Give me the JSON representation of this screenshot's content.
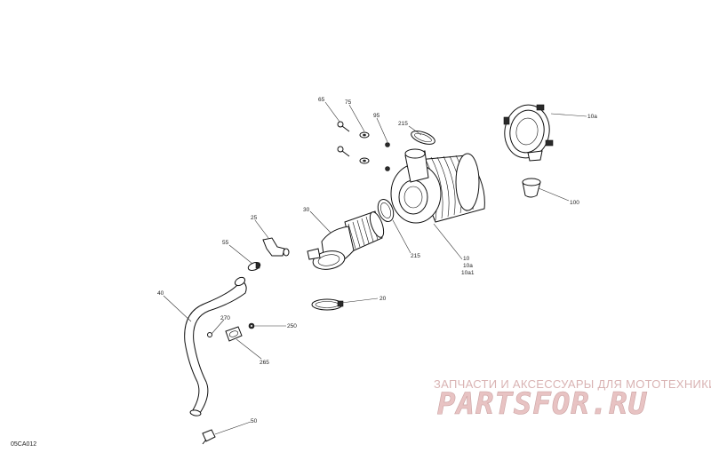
{
  "diagram_code": "05CA012",
  "watermark": {
    "subtitle": "ЗАПЧАСТИ И АКСЕССУАРЫ ДЛЯ МОТОТЕХНИКИ",
    "logo": "PARTSFOR.RU"
  },
  "callouts": {
    "c65": "65",
    "c75": "75",
    "c95": "95",
    "c215a": "215",
    "c10a_top": "10a",
    "c100": "100",
    "c30": "30",
    "c25": "25",
    "c55": "55",
    "c215b": "215",
    "c10": "10",
    "c10a": "10a",
    "c10a1": "10a1",
    "c20": "20",
    "c40": "40",
    "c270": "270",
    "c250": "250",
    "c265": "265",
    "c50": "50"
  },
  "colors": {
    "line": "#111111",
    "watermark": "#e8c3c3"
  }
}
